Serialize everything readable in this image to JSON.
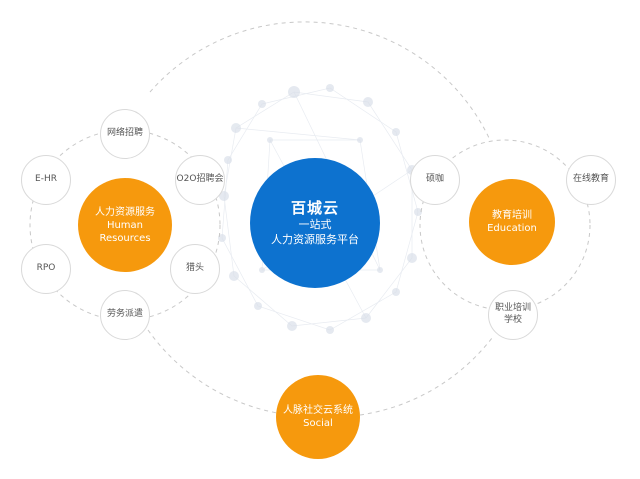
{
  "colors": {
    "hub": "#0d72cf",
    "category": "#f6990d",
    "node_border": "#d9d9d9",
    "connector": "#c8c8c8",
    "network_dots": "#d0d8e4"
  },
  "center": {
    "title": "百城云",
    "line2": "一站式",
    "line3": "人力资源服务平台"
  },
  "hr_cluster": {
    "label_cn": "人力资源服务",
    "label_en_1": "Human",
    "label_en_2": "Resources",
    "services": {
      "online_recruit": "网络招聘",
      "o2o": "O2O招聘会",
      "headhunt": "猎头",
      "dispatch": "劳务派遣",
      "rpo": "RPO",
      "ehr": "E-HR"
    }
  },
  "edu_cluster": {
    "label_cn": "教育培训",
    "label_en": "Education",
    "services": {
      "shuoxi": "硕咖",
      "online_edu": "在线教育",
      "vocational_1": "职业培训",
      "vocational_2": "学校"
    }
  },
  "social": {
    "label_cn": "人脉社交云系统",
    "label_en": "Social"
  }
}
